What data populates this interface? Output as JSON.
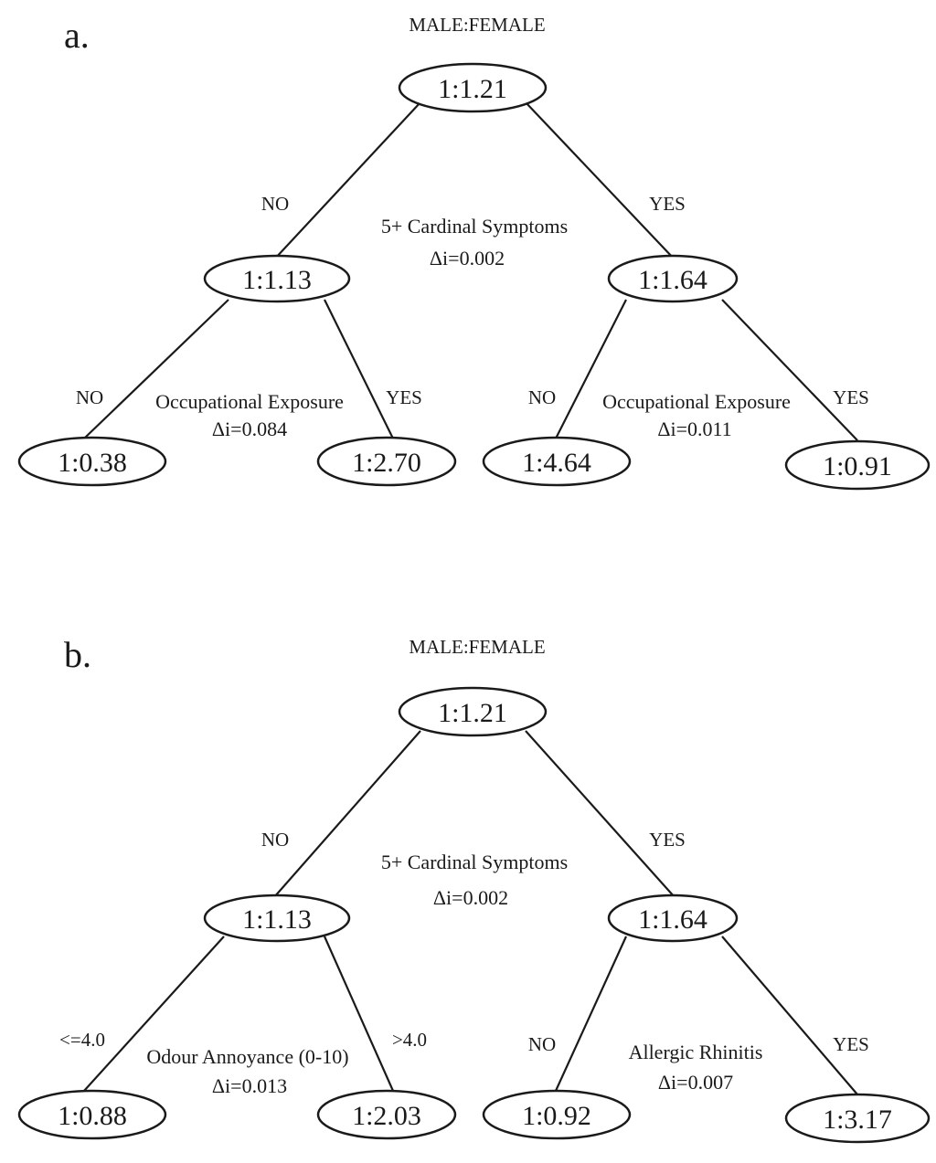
{
  "panels": [
    {
      "letter": "a.",
      "header": "MALE:FEMALE",
      "nodes": {
        "root": "1:1.21",
        "l": "1:1.13",
        "r": "1:1.64",
        "ll": "1:0.38",
        "lr": "1:2.70",
        "rl": "1:4.64",
        "rr": "1:0.91"
      },
      "edges": {
        "root_l": "NO",
        "root_r": "YES",
        "l_ll": "NO",
        "l_lr": "YES",
        "r_rl": "NO",
        "r_rr": "YES"
      },
      "splits": {
        "root": {
          "name": "5+ Cardinal Symptoms",
          "delta": "Δi=0.002"
        },
        "l": {
          "name": "Occupational Exposure",
          "delta": "Δi=0.084"
        },
        "r": {
          "name": "Occupational Exposure",
          "delta": "Δi=0.011"
        }
      }
    },
    {
      "letter": "b.",
      "header": "MALE:FEMALE",
      "nodes": {
        "root": "1:1.21",
        "l": "1:1.13",
        "r": "1:1.64",
        "ll": "1:0.88",
        "lr": "1:2.03",
        "rl": "1:0.92",
        "rr": "1:3.17"
      },
      "edges": {
        "root_l": "NO",
        "root_r": "YES",
        "l_ll": "<=4.0",
        "l_lr": ">4.0",
        "r_rl": "NO",
        "r_rr": "YES"
      },
      "splits": {
        "root": {
          "name": "5+ Cardinal Symptoms",
          "delta": "Δi=0.002"
        },
        "l": {
          "name": "Odour Annoyance (0-10)",
          "delta": "Δi=0.013"
        },
        "r": {
          "name": "Allergic Rhinitis",
          "delta": "Δi=0.007"
        }
      }
    }
  ]
}
